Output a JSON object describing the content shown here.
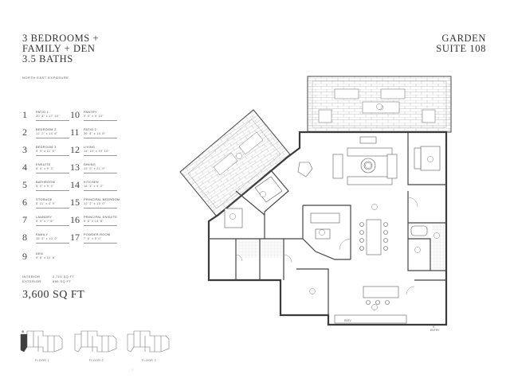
{
  "title": {
    "line1": "3 BEDROOMS +",
    "line2": "FAMILY + DEN",
    "line3": "3.5 BATHS"
  },
  "suite": {
    "line1": "GARDEN",
    "line2": "SUITE 108"
  },
  "exposure": "NORTH EAST EXPOSURE",
  "rooms": [
    {
      "num": "1",
      "name": "PATIO 1",
      "dim": "30' 4\" x 17' 10\""
    },
    {
      "num": "2",
      "name": "BEDROOM 2",
      "dim": "12' 2\" x 14' 6\""
    },
    {
      "num": "3",
      "name": "BEDROOM 3",
      "dim": "9' 9\" x 11' 6\""
    },
    {
      "num": "4",
      "name": "ENSUITE",
      "dim": "5' 4\" x 9' 3\""
    },
    {
      "num": "5",
      "name": "BATHROOM",
      "dim": "5' 4\" x 9' 3\""
    },
    {
      "num": "6",
      "name": "STORAGE",
      "dim": "5' 11\" x 4' 9\""
    },
    {
      "num": "7",
      "name": "LAUNDRY",
      "dim": "9' 9\" x 7' 6\""
    },
    {
      "num": "8",
      "name": "FAMILY",
      "dim": "15' 5\" x 10' 0\""
    },
    {
      "num": "9",
      "name": "DEN",
      "dim": "9' 8\" x 10' 8\""
    },
    {
      "num": "10",
      "name": "PANTRY",
      "dim": "9' 0\" x 9' 10\""
    },
    {
      "num": "11",
      "name": "PATIO 2",
      "dim": "36' 8\" x 14' 8\""
    },
    {
      "num": "12",
      "name": "LIVING",
      "dim": "14' 10\" x 19' 10\""
    },
    {
      "num": "13",
      "name": "DINING",
      "dim": "15' 0\" x 21' 9\""
    },
    {
      "num": "14",
      "name": "KITCHEN",
      "dim": "18' 3\" x 9' 2\""
    },
    {
      "num": "15",
      "name": "PRINCIPAL BEDROOM",
      "dim": "12' 2\" x 15' 0\""
    },
    {
      "num": "16",
      "name": "PRINCIPAL ENSUITE",
      "dim": "9' 6\" x 13' 8\""
    },
    {
      "num": "17",
      "name": "POWDER ROOM",
      "dim": "7' 6\" x 5' 0\""
    }
  ],
  "area": {
    "interior_label": "INTERIOR",
    "interior_value": "2,715 SQ FT",
    "exterior_label": "EXTERIOR",
    "exterior_value": "885 SQ FT"
  },
  "total": "3,600 SQ FT",
  "floors": [
    "FLOOR 1",
    "FLOOR 2",
    "FLOOR 3"
  ],
  "plan_labels": {
    "entry": "ENTRY",
    "elev": "ELEV"
  },
  "colors": {
    "ink": "#3a3a3a",
    "wall": "#444444",
    "hatch": "#b8b8b8",
    "accent": "#555555"
  }
}
